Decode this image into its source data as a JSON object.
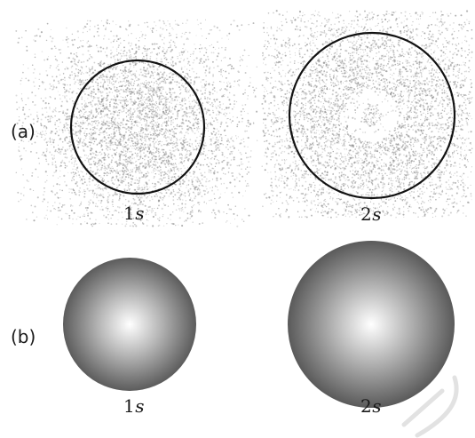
{
  "rows": [
    {
      "label": "(a)",
      "panels": [
        {
          "time_value": "1",
          "time_unit": "s"
        },
        {
          "time_value": "2",
          "time_unit": "s"
        }
      ]
    },
    {
      "label": "(b)",
      "panels": [
        {
          "time_value": "1",
          "time_unit": "s"
        },
        {
          "time_value": "2",
          "time_unit": "s"
        }
      ]
    }
  ],
  "colors": {
    "dot": "#8c8c8c",
    "outline": "#111111",
    "sphere_center": "#ffffff",
    "sphere_edge": "#5a5a5a"
  }
}
